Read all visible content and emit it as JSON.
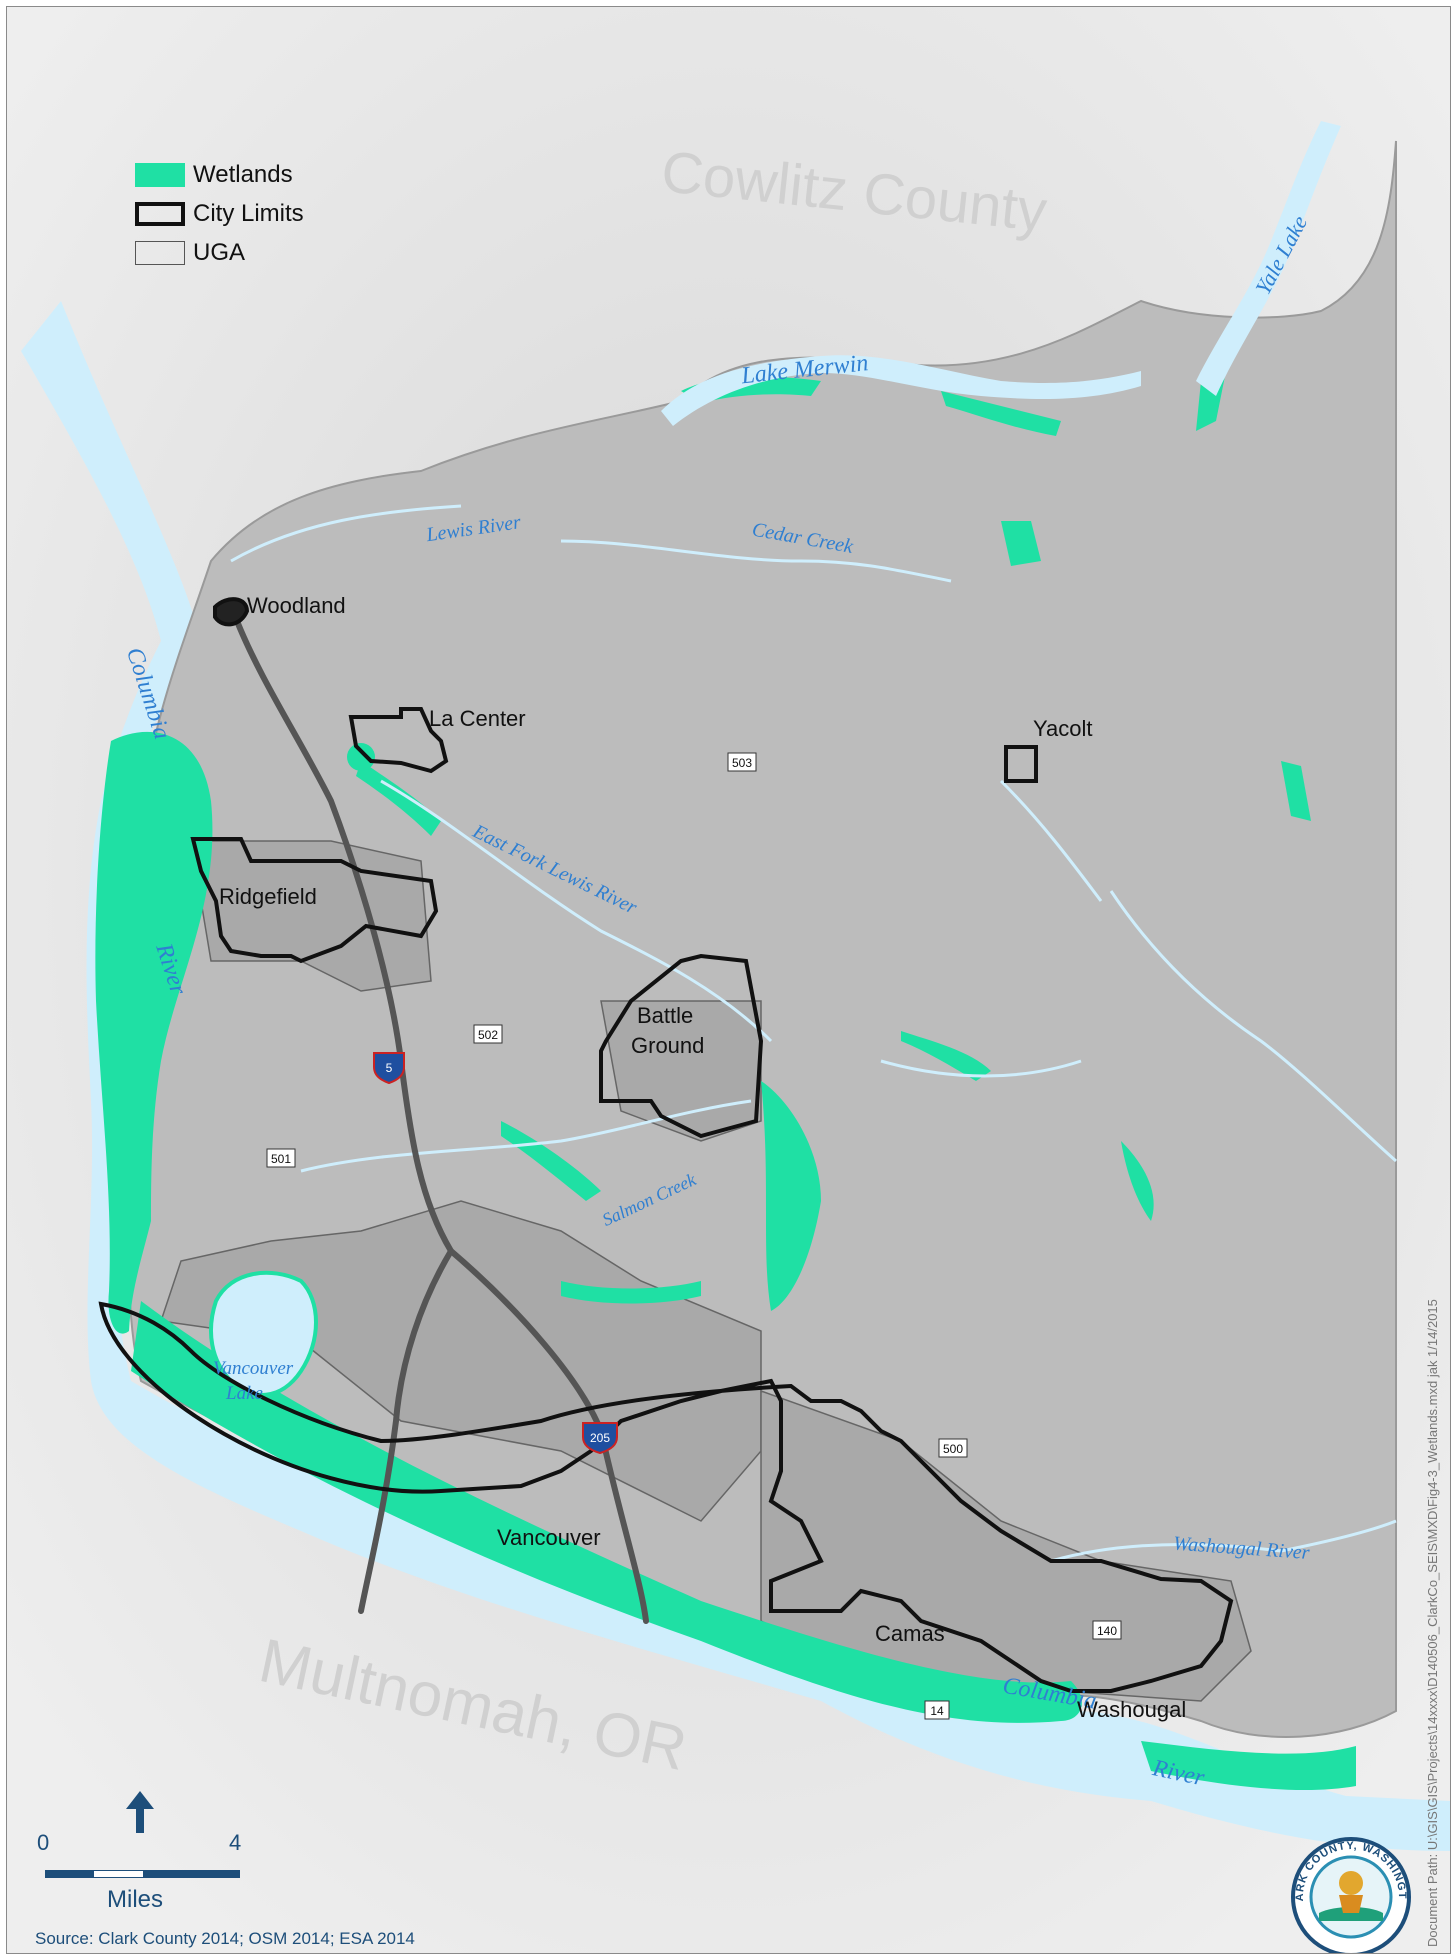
{
  "legend": {
    "items": [
      {
        "label": "Wetlands",
        "color": "#1fe0a4"
      },
      {
        "label": "City Limits",
        "color": "#111111"
      },
      {
        "label": "UGA",
        "color": "#555555"
      }
    ]
  },
  "regions": {
    "north": "Cowlitz County",
    "south": "Multnomah, OR"
  },
  "water_labels": {
    "lake_merwin": "Lake Merwin",
    "yale_lake": "Yale Lake",
    "lewis_river": "Lewis River",
    "cedar_creek": "Cedar Creek",
    "columbia": "Columbia",
    "river": "River",
    "east_fork": "East Fork Lewis River",
    "salmon_creek": "Salmon Creek",
    "vancouver_lake_1": "Vancouver",
    "vancouver_lake_2": "Lake",
    "washougal_river": "Washougal River",
    "columbia_south": "Columbia",
    "river_south": "River"
  },
  "cities": {
    "woodland": "Woodland",
    "la_center": "La Center",
    "yacolt": "Yacolt",
    "ridgefield": "Ridgefield",
    "battle": "Battle",
    "ground": "Ground",
    "vancouver": "Vancouver",
    "camas": "Camas",
    "washougal": "Washougal"
  },
  "routes": {
    "r503": "503",
    "r502": "502",
    "i5": "5",
    "r501": "501",
    "i205": "205",
    "r500": "500",
    "r140": "140",
    "r14": "14"
  },
  "scale": {
    "zero": "0",
    "four": "4",
    "units": "Miles"
  },
  "source": "Source: Clark County 2014; OSM 2014; ESA 2014",
  "document_path": "Document Path: U:\\GIS\\GIS\\Projects\\14xxxx\\D140506_ClarkCo_SEIS\\MXD\\Fig4-3_Wetlands.mxd  jak 1/14/2015",
  "seal_text": "CLARK COUNTY, WASHINGTON",
  "colors": {
    "wetland": "#1fe0a4",
    "water": "#cfeefc",
    "county_fill": "#b9b9b9",
    "uga_fill": "#a6a6a6",
    "river_label": "#2f7fd1",
    "region_label": "#d0d0d0",
    "scale": "#1d4e7a"
  }
}
